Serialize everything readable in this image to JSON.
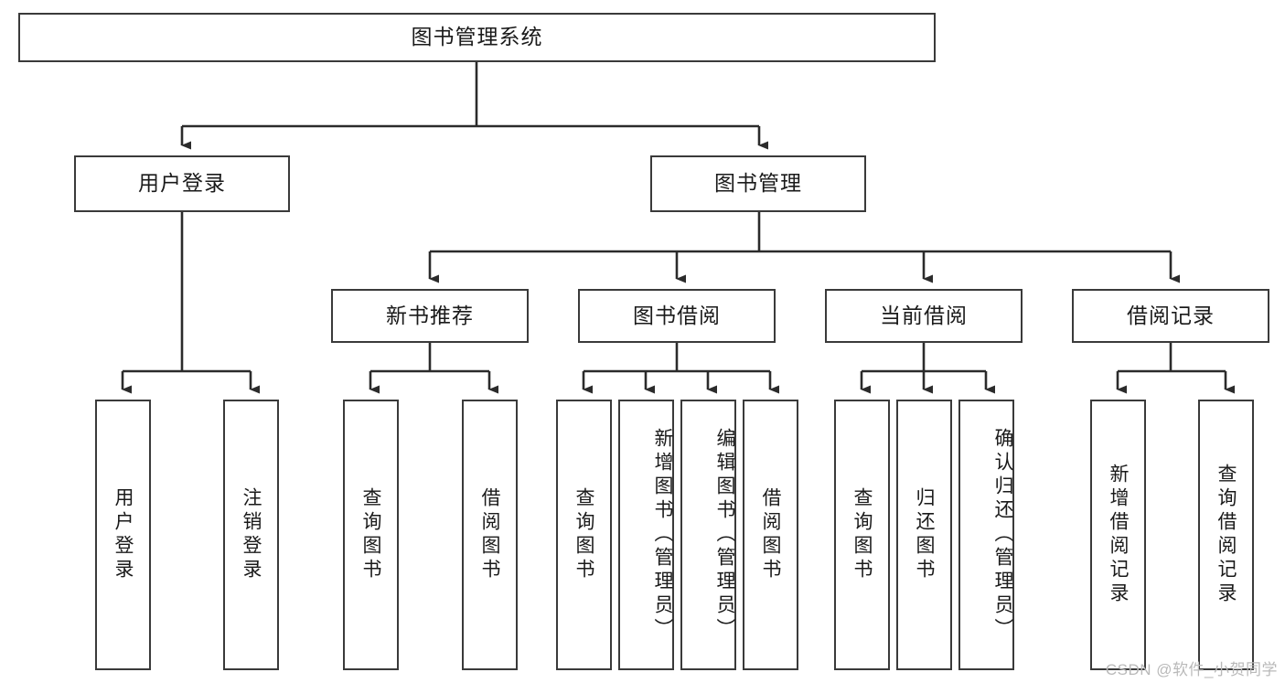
{
  "diagram": {
    "title": "图书管理系统",
    "type": "hierarchy-tree",
    "colors": {
      "box_border": "#3a3a3a",
      "box_fill": "#ffffff",
      "edge": "#2b2b2b",
      "text": "#1a1a1a",
      "watermark": "#b9b9b9"
    },
    "root": {
      "label": "图书管理系统"
    },
    "level2": [
      {
        "label": "用户登录"
      },
      {
        "label": "图书管理"
      }
    ],
    "level3": [
      {
        "label": "新书推荐"
      },
      {
        "label": "图书借阅"
      },
      {
        "label": "当前借阅"
      },
      {
        "label": "借阅记录"
      }
    ],
    "leaves": {
      "user_login": [
        {
          "label": "用户登录"
        },
        {
          "label": "注销登录"
        }
      ],
      "new_book_recommend": [
        {
          "label": "查询图书"
        },
        {
          "label": "借阅图书"
        }
      ],
      "book_borrow": [
        {
          "label": "查询图书"
        },
        {
          "label": "新增图书（管理员）"
        },
        {
          "label": "编辑图书（管理员）"
        },
        {
          "label": "借阅图书"
        }
      ],
      "current_borrow": [
        {
          "label": "查询图书"
        },
        {
          "label": "归还图书"
        },
        {
          "label": "确认归还（管理员）"
        }
      ],
      "borrow_record": [
        {
          "label": "新增借阅记录"
        },
        {
          "label": "查询借阅记录"
        }
      ]
    }
  },
  "watermark": {
    "text": "CSDN @软件_小贺同学"
  }
}
